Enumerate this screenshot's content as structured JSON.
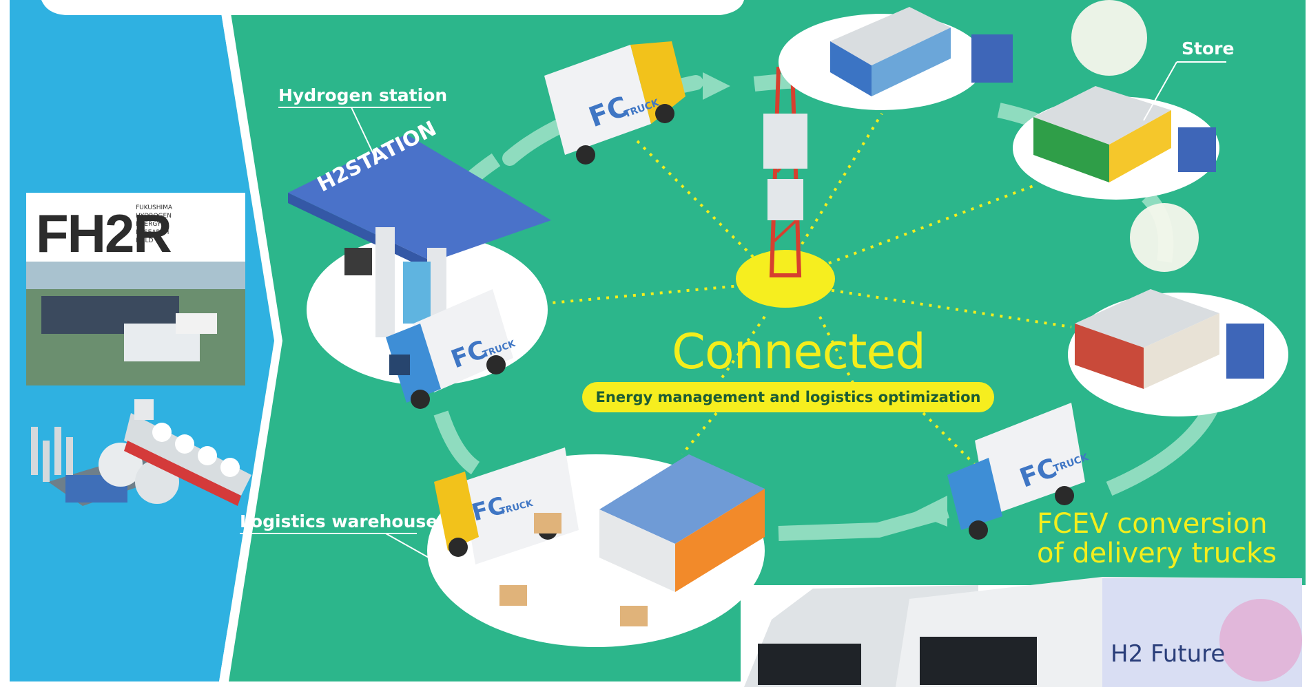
{
  "labels": {
    "hydrogen_station": "Hydrogen station",
    "store": "Store",
    "logistics_warehouse": "Logistics warehouse",
    "connected": "Connected",
    "subtitle": "Energy management and logistics optimization",
    "fcev_line1": "FCEV conversion",
    "fcev_line2": "of delivery trucks"
  },
  "fher": {
    "logo": "FH2R",
    "lines": [
      "FUKUSHIMA",
      "HYDROGEN",
      "ENERGY",
      "RESEARCH",
      "FIELD"
    ]
  },
  "station_sign": "H2STATION",
  "truck_brand": "FC",
  "truck_brand_small": "TRUCK",
  "photo_truck_text": "H2 Future",
  "colors": {
    "background_green": "#2cb68b",
    "left_panel_blue": "#2fb1e1",
    "accent_yellow": "#f4ee1c",
    "node_white": "#ffffff"
  }
}
